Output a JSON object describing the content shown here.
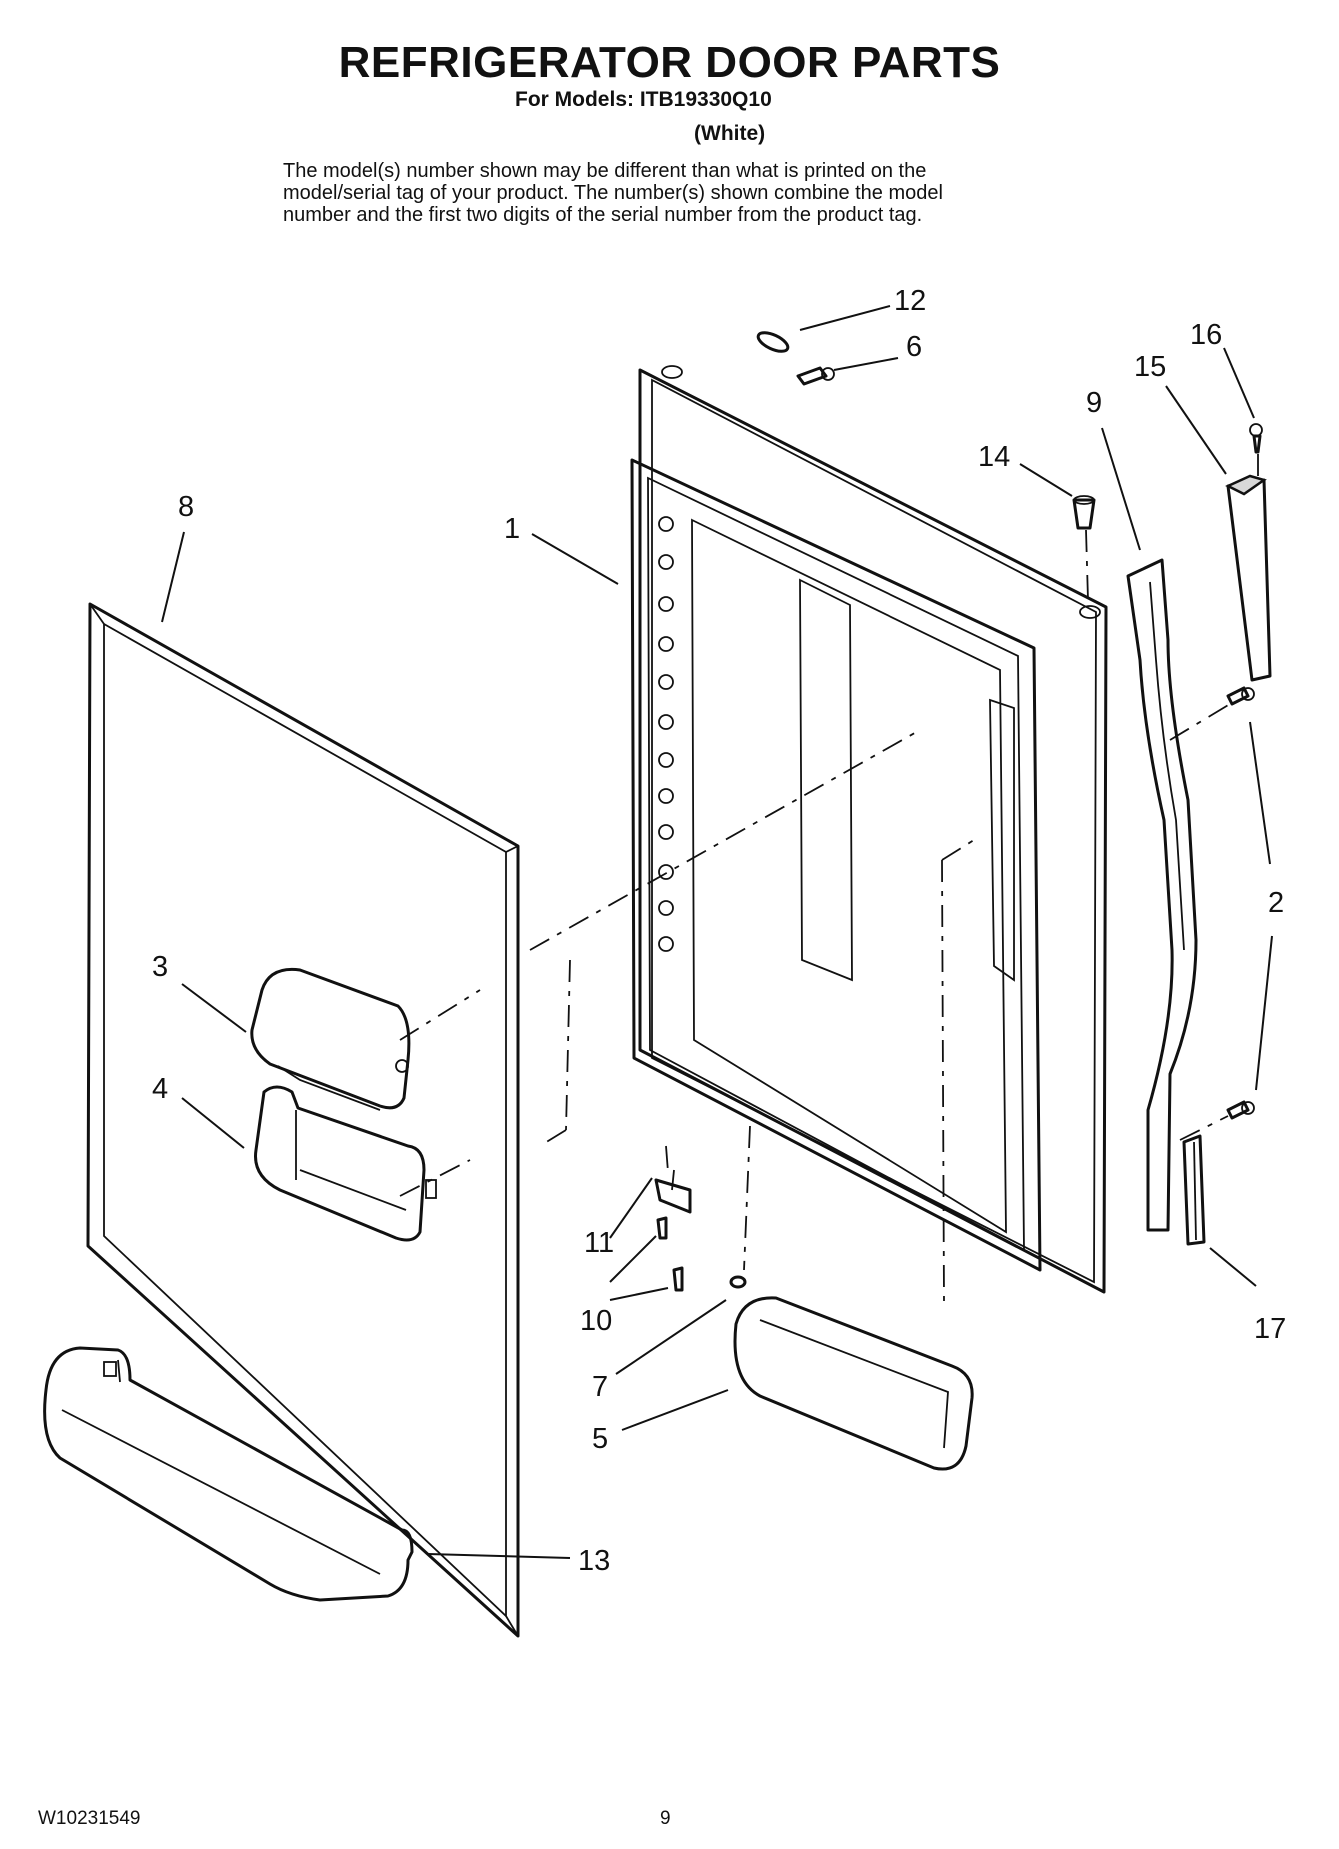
{
  "header": {
    "title": "REFRIGERATOR DOOR PARTS",
    "models": "For Models: ITB19330Q10",
    "color": "(White)"
  },
  "note": {
    "line1": "The model(s) number shown may be different than what is printed on the",
    "line2": "model/serial tag of your product. The number(s) shown combine the model",
    "line3": "number and the first two digits of the serial number from the product tag."
  },
  "callouts": {
    "c1": "1",
    "c2": "2",
    "c3": "3",
    "c4": "4",
    "c5": "5",
    "c6": "6",
    "c7": "7",
    "c8": "8",
    "c9": "9",
    "c10": "10",
    "c11": "11",
    "c12": "12",
    "c13": "13",
    "c14": "14",
    "c15": "15",
    "c16": "16",
    "c17": "17"
  },
  "footer": {
    "doc_number": "W10231549",
    "page_number": "9"
  }
}
